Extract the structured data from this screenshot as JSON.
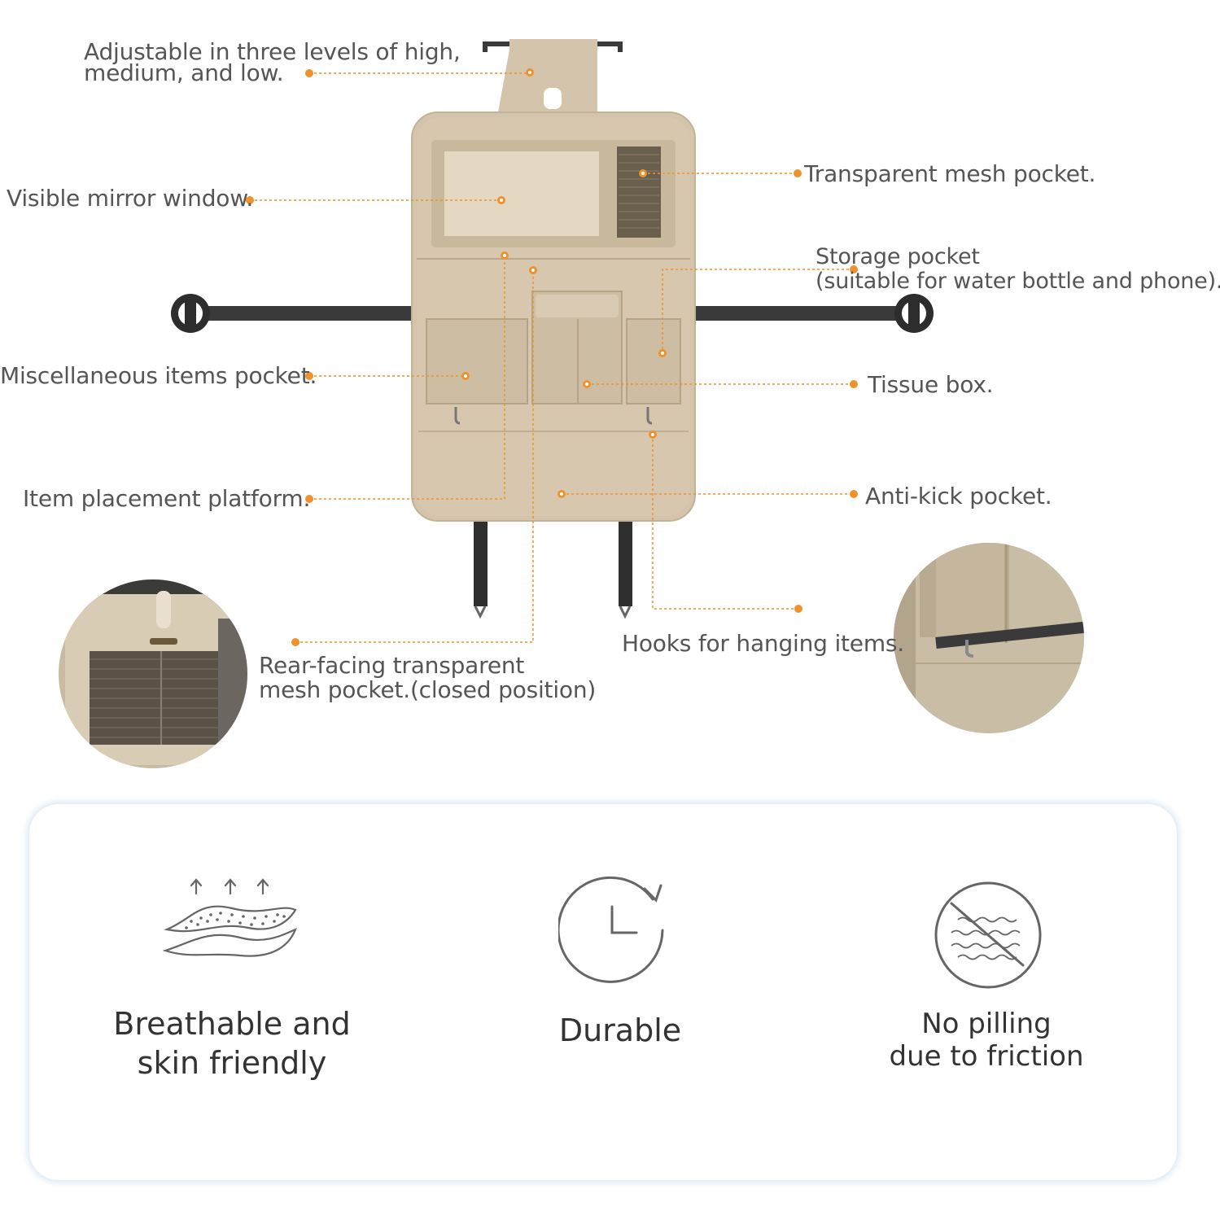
{
  "colors": {
    "accent_orange": "#f0922b",
    "organizer_beige": "#d3c4ab",
    "text_gray": "#555555",
    "icon_gray": "#666666"
  },
  "callouts": {
    "adjustable": {
      "line1": "Adjustable in three levels of high,",
      "line2": "medium, and low."
    },
    "mirror_window": "Visible mirror window.",
    "mesh_pocket": "Transparent mesh pocket.",
    "storage_pocket": {
      "line1": "Storage pocket",
      "line2": "(suitable for water bottle and phone)."
    },
    "misc_pocket": "Miscellaneous items pocket.",
    "tissue_box": "Tissue box.",
    "platform": "Item placement platform.",
    "anti_kick": "Anti-kick pocket.",
    "hooks": "Hooks for hanging items.",
    "rear_mesh": {
      "line1": "Rear-facing transparent",
      "line2": "mesh pocket.(closed position)"
    }
  },
  "features": [
    {
      "icon": "breathable-icon",
      "line1": "Breathable and",
      "line2": "skin friendly"
    },
    {
      "icon": "durable-clock-icon",
      "line1": "Durable"
    },
    {
      "icon": "no-pilling-icon",
      "line1": "No pilling",
      "line2": "due to friction"
    }
  ]
}
